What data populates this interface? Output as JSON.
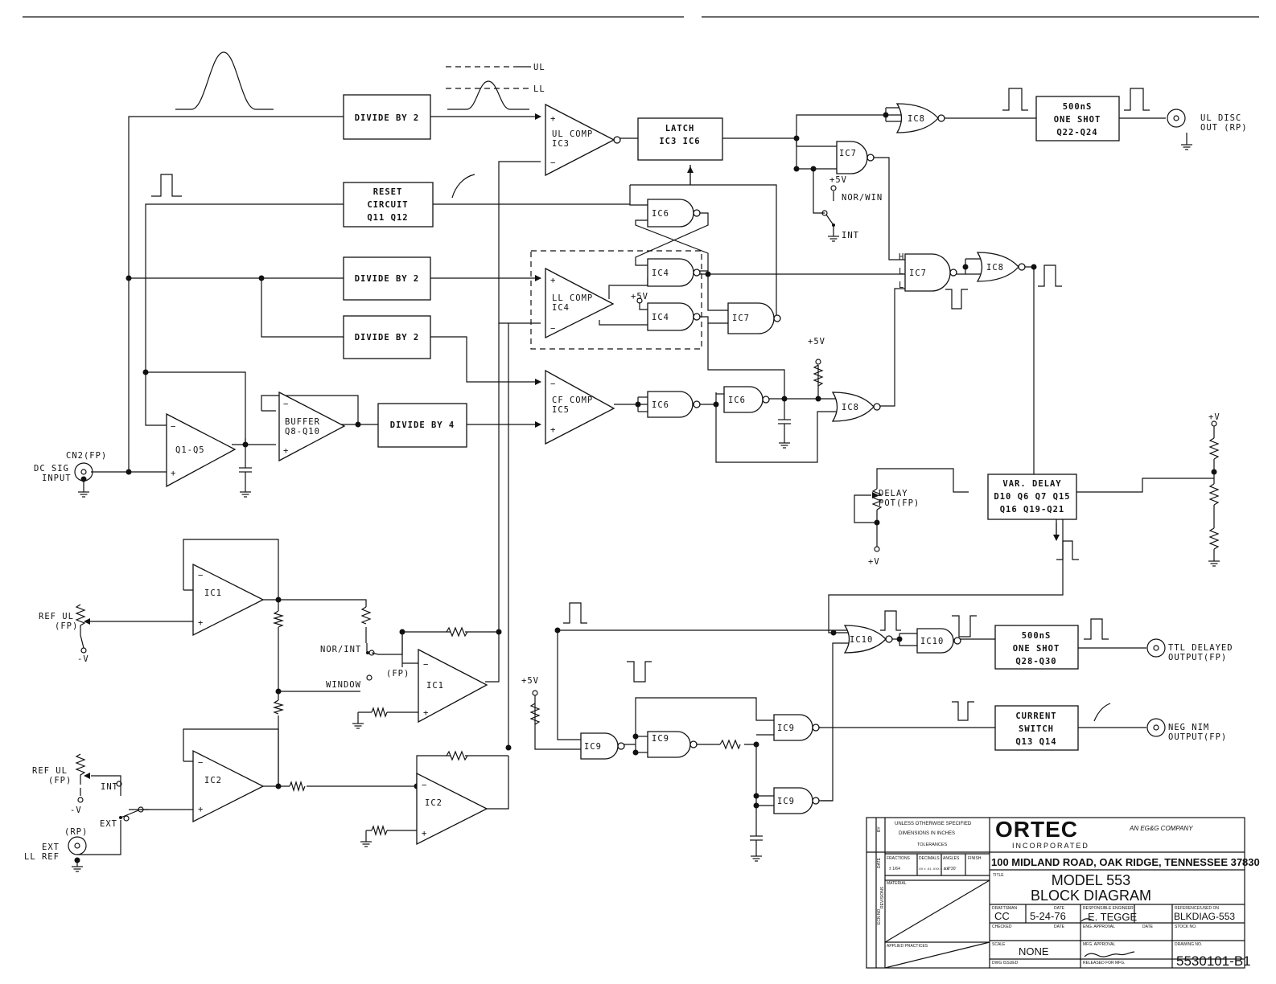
{
  "blocks": {
    "divide_top": "DIVIDE BY 2",
    "divide_mid1": "DIVIDE BY 2",
    "divide_mid2": "DIVIDE BY 2",
    "divide_4": "DIVIDE BY 4",
    "reset": [
      "RESET",
      "CIRCUIT",
      "Q11 Q12"
    ],
    "latch": [
      "LATCH",
      "IC3 IC6"
    ],
    "oneshot_ul": [
      "500nS",
      "ONE SHOT",
      "Q22-Q24"
    ],
    "oneshot_ttl": [
      "500nS",
      "ONE SHOT",
      "Q28-Q30"
    ],
    "current_switch": [
      "CURRENT",
      "SWITCH",
      "Q13 Q14"
    ],
    "var_delay": [
      "VAR. DELAY",
      "D10 Q6 Q7 Q15",
      "Q16 Q19-Q21"
    ]
  },
  "amplifiers": {
    "ul_comp": [
      "UL COMP",
      "IC3"
    ],
    "ll_comp": [
      "LL COMP",
      "IC4"
    ],
    "cf_comp": [
      "CF COMP",
      "IC5"
    ],
    "q1q5": "Q1-Q5",
    "buffer": [
      "BUFFER",
      "Q8-Q10"
    ],
    "ic1_upper": "IC1",
    "ic1_lower": "IC1",
    "ic2_left": "IC2",
    "ic2_right": "IC2"
  },
  "gates": {
    "ic8_top": "IC8",
    "ic7_top": "IC7",
    "ic6_top": "IC6",
    "ic4_a": "IC4",
    "ic4_b": "IC4",
    "ic7_mid": "IC7",
    "ic7_right": "IC7",
    "ic8_right": "IC8",
    "ic6_a": "IC6",
    "ic6_b": "IC6",
    "ic8_bottom": "IC8",
    "ic9_a": "IC9",
    "ic9_b": "IC9",
    "ic9_c": "IC9",
    "ic9_d": "IC9",
    "ic10_a": "IC10",
    "ic10_b": "IC10"
  },
  "labels": {
    "ul": "UL",
    "ll": "LL",
    "plus5v": "+5V",
    "nor_win": "NOR/WIN",
    "int": "INT",
    "h": "H",
    "l": "L",
    "ul_disc_out": [
      "UL DISC",
      "OUT (RP)"
    ],
    "cn2": "CN2(FP)",
    "dc_sig_input": [
      "DC SIG",
      "INPUT"
    ],
    "delay_pot": [
      "DELAY",
      "POT(FP)"
    ],
    "plus_v": "+V",
    "minus_v": "-V",
    "ref_ul_top": [
      "REF UL",
      "(FP)"
    ],
    "ref_ul_bottom": [
      "REF UL",
      "(FP)"
    ],
    "nor_int": "NOR/INT",
    "fp": "(FP)",
    "window": "WINDOW",
    "ext": "EXT",
    "rp": "(RP)",
    "ext_ll_ref": [
      "EXT",
      "LL REF"
    ],
    "ttl_delayed_output": [
      "TTL DELAYED",
      "OUTPUT(FP)"
    ],
    "neg_nim_output": [
      "NEG NIM",
      "OUTPUT(FP)"
    ]
  },
  "title_block": {
    "company": "ORTEC",
    "incorporated": "INCORPORATED",
    "parent": "AN EG&G COMPANY",
    "address": "100 MIDLAND ROAD, OAK RIDGE, TENNESSEE 37830",
    "title_label": "TITLE",
    "model": "MODEL 553",
    "drawing_title": "BLOCK DIAGRAM",
    "unless": "UNLESS OTHERWISE SPECIFIED",
    "dimensions": "DIMENSIONS IN INCHES",
    "tolerances": "TOLERANCES",
    "fractions": "FRACTIONS",
    "decimals": "DECIMALS",
    "angles": "ANGLES",
    "finish": "FINISH",
    "frac_value": "± 1/64",
    "dec_value": ".XX ± .01  .XXX ± .005",
    "angle_value": "± 0°30'",
    "material": "MATERIAL",
    "applied_practices": "APPLIED PRACTICES",
    "by": "BY",
    "date_col": "DATE",
    "revisions": "REVISIONS",
    "ecn_no": "ECN NO.",
    "draftsman_label": "DRAFTSMAN",
    "draftsman": "CC",
    "date_label": "DATE",
    "date": "5-24-76",
    "engineer_label": "RESPONSIBLE ENGINEER",
    "engineer": "E. TEGGE",
    "reference_label": "REFERENCE/USED ON",
    "reference": "BLKDIAG-553",
    "checked_label": "CHECKED",
    "eng_approval_label": "ENG. APPROVAL",
    "stock_label": "STOCK NO.",
    "scale_label": "SCALE",
    "scale": "NONE",
    "mfg_approval_label": "MFG. APPROVAL",
    "drawing_no_label": "DRAWING NO.",
    "drawing_no": "5530101-B1",
    "dwg_issued_label": "DWG ISSUED",
    "released_label": "RELEASED FOR MFG."
  }
}
